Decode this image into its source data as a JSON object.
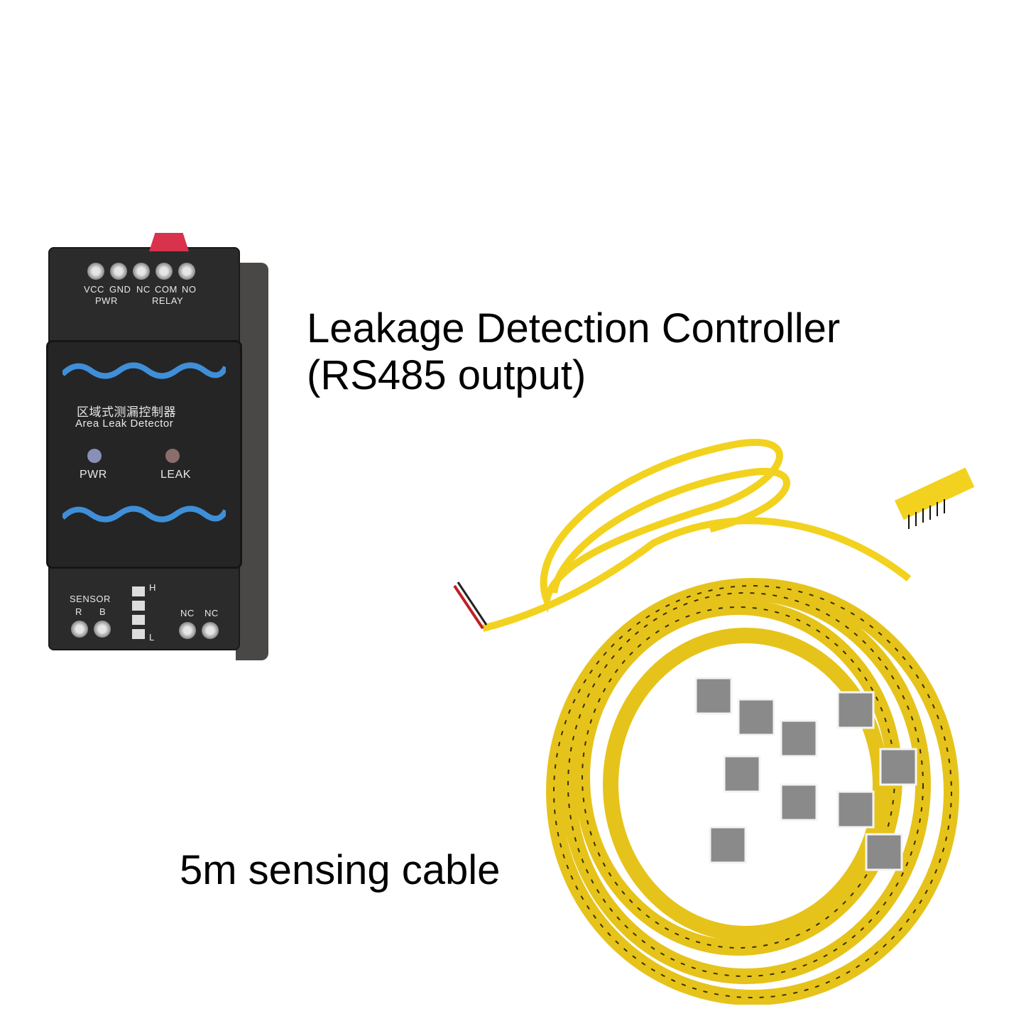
{
  "captions": {
    "controller_line1": "Leakage Detection Controller",
    "controller_line2": "(RS485 output)",
    "cable": "5m sensing cable"
  },
  "device": {
    "top_terminals": [
      "VCC",
      "GND",
      "NC",
      "COM",
      "NO"
    ],
    "top_groups": [
      "PWR",
      "RELAY"
    ],
    "chinese_title": "区域式测漏控制器",
    "english_title": "Area Leak Detector",
    "leds": [
      "PWR",
      "LEAK"
    ],
    "sensor_label": "SENSOR",
    "sensor_terminals": [
      "R",
      "B"
    ],
    "sensitivity_labels": [
      "H",
      "L"
    ],
    "bottom_terminals": [
      "NC",
      "NC"
    ]
  },
  "colors": {
    "device_body": "#2b2b2c",
    "wave_blue": "#3f8fd8",
    "cable_yellow": "#f2d21e",
    "tab_red": "#d8324d"
  }
}
